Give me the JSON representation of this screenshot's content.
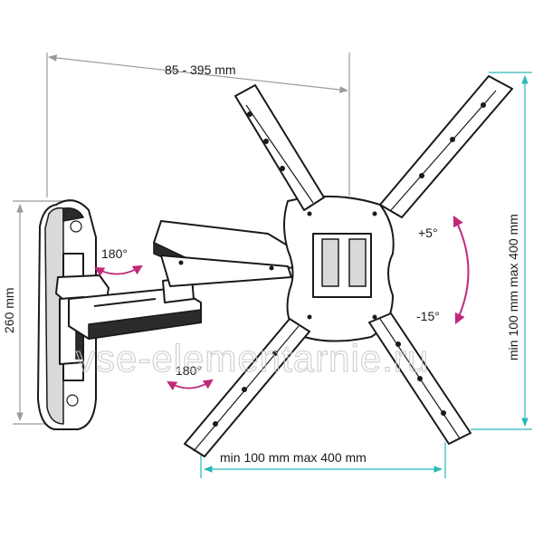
{
  "dimensions": {
    "arm_extension": "85 - 395 mm",
    "wall_plate_height": "260 mm",
    "vesa_horizontal": "min 100 mm max 400 mm",
    "vesa_vertical": "min 100 mm max 400 mm"
  },
  "rotation": {
    "upper_swivel": "180°",
    "lower_swivel": "180°"
  },
  "tilt": {
    "up": "+5°",
    "down": "-15°"
  },
  "watermark": "vse-elementarnie.ru",
  "colors": {
    "dimension_grey": "#9a9a9a",
    "dimension_teal": "#2ab7b7",
    "rotation_arrow": "#c0297a",
    "outline": "#1a1a1a"
  }
}
